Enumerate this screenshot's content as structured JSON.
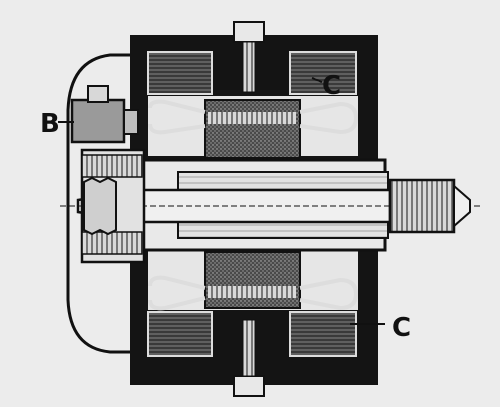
{
  "diagram": {
    "labels": [
      {
        "id": "B",
        "text": "B"
      },
      {
        "id": "C-top",
        "text": "C"
      },
      {
        "id": "C-bottom",
        "text": "C"
      }
    ]
  },
  "colors": {
    "paper": "#ececec",
    "ink": "#111111",
    "hatch": "#555555",
    "light": "#d6d6d6"
  }
}
